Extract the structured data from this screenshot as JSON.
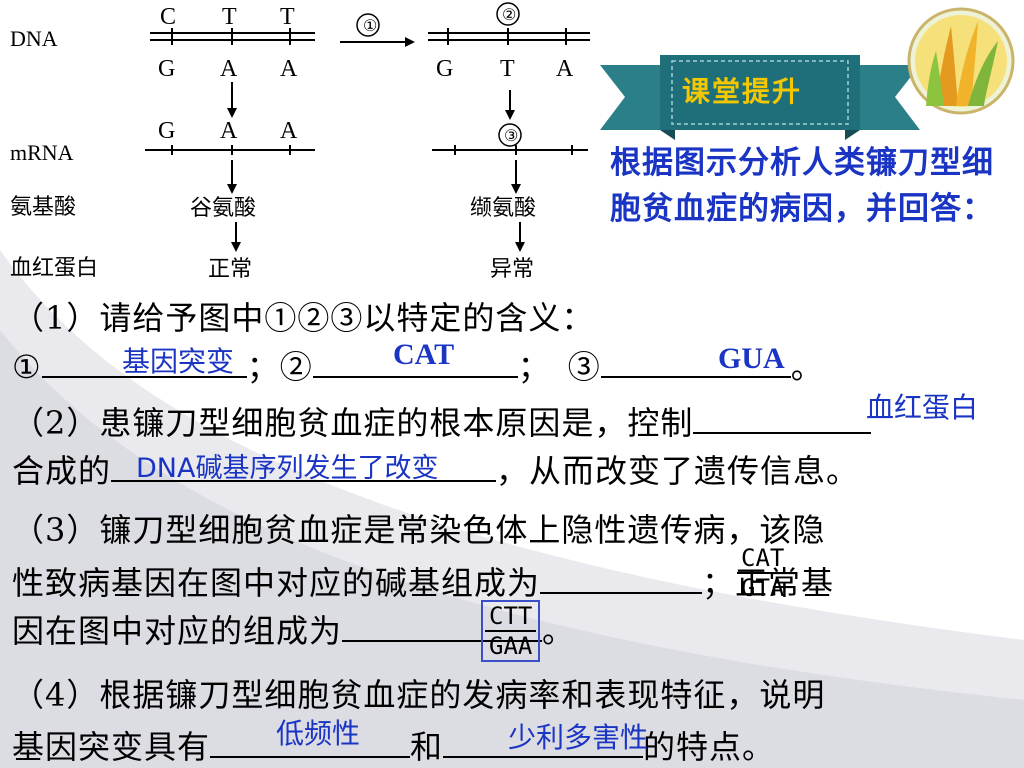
{
  "diagram": {
    "row_labels": {
      "dna": "DNA",
      "mrna": "mRNA",
      "amino": "氨基酸",
      "protein": "血红蛋白"
    },
    "left": {
      "dna_top": [
        "C",
        "T",
        "T"
      ],
      "dna_bottom": [
        "G",
        "A",
        "A"
      ],
      "mrna": [
        "G",
        "A",
        "A"
      ],
      "amino": "谷氨酸",
      "protein": "正常"
    },
    "right": {
      "dna_top_marker": "②",
      "dna_bottom": [
        "G",
        "T",
        "A"
      ],
      "mrna_marker": "③",
      "amino": "缬氨酸",
      "protein": "异常"
    },
    "step_marker": "①"
  },
  "banner": {
    "title": "课堂提升"
  },
  "intro": "根据图示分析人类镰刀型细胞贫血症的病因，并回答：",
  "q1": {
    "text": "（1）请给予图中①②③以特定的含义：",
    "m1": "①",
    "m2": "；②",
    "m3": "；　③",
    "end": "。",
    "a1": "基因突变",
    "a2": "CAT",
    "a3": "GUA"
  },
  "q2": {
    "line1": "（2）患镰刀型细胞贫血症的根本原因是，控制",
    "line2a": "合成的",
    "line2b": "，从而改变了遗传信息。",
    "a1": "血红蛋白",
    "a2": "DNA碱基序列发生了改变"
  },
  "q3": {
    "line1": "（3）镰刀型细胞贫血症是常染色体上隐性遗传病，该隐",
    "line2a": "性致病基因在图中对应的碱基组成为",
    "line2b": "；正常基",
    "line3a": "因在图中对应的组成为",
    "line3b": "。",
    "a1_top": "CAT",
    "a1_bottom": "GTA",
    "a2_top": "CTT",
    "a2_bottom": "GAA"
  },
  "q4": {
    "line1": "（4）根据镰刀型细胞贫血症的发病率和表现特征，说明",
    "line2a": "基因突变具有",
    "line2b": "和",
    "line2c": "的特点。",
    "a1": "低频性",
    "a2": "少利多害性"
  },
  "colors": {
    "answer": "#1a34c4",
    "banner": "#1f6f7a",
    "banner_text": "#f3c800"
  }
}
